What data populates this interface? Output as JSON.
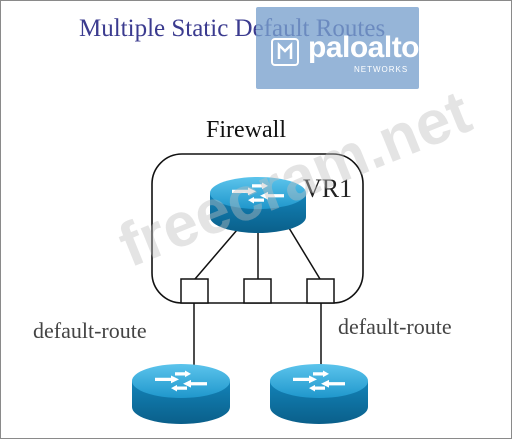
{
  "diagram": {
    "title": "Multiple Static Default Routes",
    "firewall_label": "Firewall",
    "vr_label": "VR1",
    "left_route_label": "default-route",
    "right_route_label": "default-route"
  },
  "overlay": {
    "brand": "paloalto",
    "brand_sub": "NETWORKS",
    "watermark": "freecram.net"
  },
  "colors": {
    "router_top": "#2ea6d8",
    "router_side": "#0f6f9e",
    "title": "#3b3b8f"
  }
}
